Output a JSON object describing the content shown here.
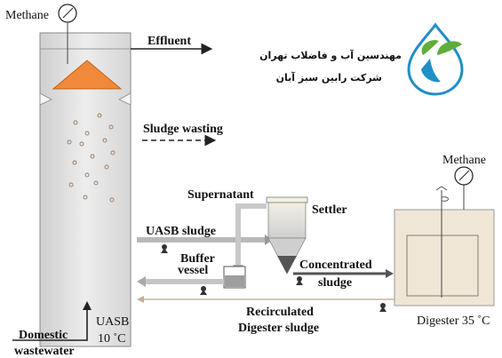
{
  "labels": {
    "methane_top": "Methane",
    "effluent": "Effluent",
    "sludge_wasting": "Sludge wasting",
    "supernatant": "Supernatant",
    "settler": "Settler",
    "uasb_sludge": "UASB  sludge",
    "buffer": "Buffer",
    "vessel": "vessel",
    "concentrated": "Concentrated",
    "sludge": "sludge",
    "recirculated": "Recirculated",
    "digester_sludge": "Digester sludge",
    "methane_right": "Methane",
    "digester": "Digester 35 ˚C",
    "uasb": "UASB",
    "uasb_temp": "10 ˚C",
    "domestic": "Domestic",
    "wastewater": "wastewater"
  },
  "logo": {
    "line1": "مهندسین آب و فاضلاب تهران",
    "line2": "شرکت رابین سبز آبان"
  },
  "colors": {
    "hood": "#f08a3a",
    "reactor": "#e6e6e6",
    "digester": "#efe6d6",
    "pipe": "#bfbfbf",
    "recirc": "#d9c4b0",
    "logo_blue": "#1f8fc8",
    "logo_green": "#5fae3a"
  }
}
